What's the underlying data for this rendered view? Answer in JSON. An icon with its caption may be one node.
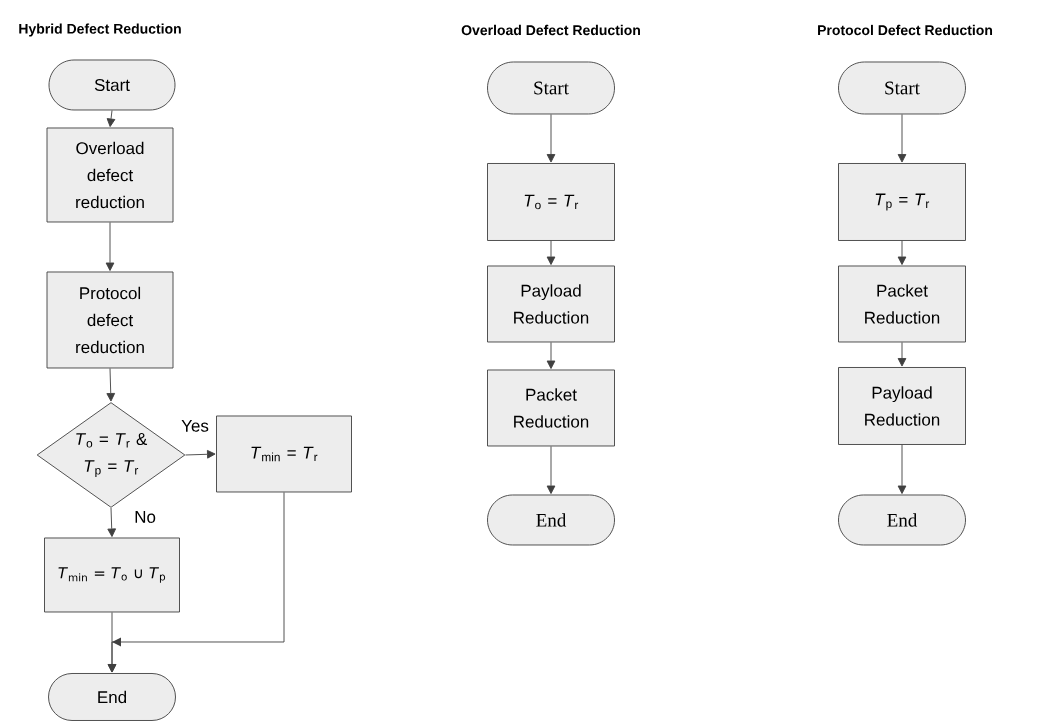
{
  "diagram": {
    "nodes": [
      {
        "text": [
          "Start"
        ]
      },
      {
        "text": [
          "Overload defect reduction"
        ]
      },
      {
        "text": [
          "Protocol defect reduction"
        ]
      },
      {
        "text": [
          "*T*$_{o}$ = *T*$_{r}$ & *T*$_{p}$ = *T*$_{r}$"
        ]
      },
      {
        "text": [
          "*T*$_{min}$ = *T*$_{r}$"
        ]
      },
      {
        "text": [
          "*T*$_{min}$ = *T*$_{o}$ ∪ *T*$_{p}$"
        ]
      },
      {
        "text": [
          "End"
        ]
      },
      {
        "text": [
          "Start"
        ]
      },
      {
        "text": [
          "*T*$_{o}$ = *T*$_{r}$"
        ]
      },
      {
        "text": [
          "Payload Reduction"
        ]
      },
      {
        "text": [
          "Packet Reduction"
        ]
      },
      {
        "text": [
          "End"
        ]
      },
      {
        "text": [
          "Start"
        ]
      },
      {
        "text": [
          "*T*$_{p}$ = *T*$_{r}$"
        ]
      },
      {
        "text": [
          "Packet Reduction"
        ]
      },
      {
        "text": [
          "Payload Reduction"
        ]
      },
      {
        "text": [
          "End"
        ]
      }
    ],
    "edges": [
      {
        "from": 0,
        "to": 1,
        "arrow": "to"
      },
      {
        "from": 1,
        "to": 2,
        "arrow": "to"
      },
      {
        "from": 2,
        "to": 3,
        "arrow": "to"
      },
      {
        "from": 3,
        "to": 4,
        "arrow": "to",
        "label": "Yes"
      },
      {
        "from": 3,
        "to": 5,
        "arrow": "to",
        "label": "No"
      },
      {
        "from": 4,
        "to": 6,
        "arrow": "to"
      },
      {
        "from": 5,
        "to": 6,
        "arrow": "to"
      },
      {
        "from": 7,
        "to": 8,
        "arrow": "to"
      },
      {
        "from": 8,
        "to": 9,
        "arrow": "to"
      },
      {
        "from": 9,
        "to": 10,
        "arrow": "to"
      },
      {
        "from": 10,
        "to": 11,
        "arrow": "to"
      },
      {
        "from": 12,
        "to": 13,
        "arrow": "to"
      },
      {
        "from": 13,
        "to": 14,
        "arrow": "to"
      },
      {
        "from": 14,
        "to": 15,
        "arrow": "to"
      },
      {
        "from": 15,
        "to": 16,
        "arrow": "to"
      }
    ],
    "labels": [
      "Hybrid Defect Reduction",
      "Overload Defect Reduction",
      "Protocol Defect Reduction"
    ]
  }
}
